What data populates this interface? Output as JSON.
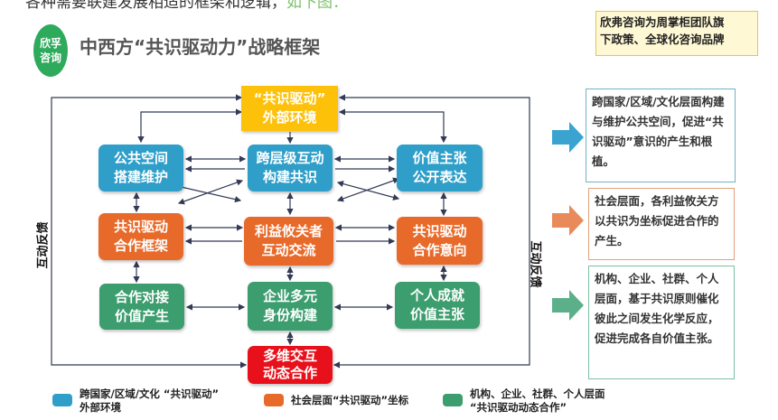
{
  "intro": {
    "text": "各种需要联建发展相适的框架和逻辑，",
    "highlight": "如下图："
  },
  "logo": {
    "line1": "欣孚",
    "line2": "咨询"
  },
  "title": "中西方“共识驱动力”战略框架",
  "note": {
    "line1": "欣弗咨询为周掌柜团队旗",
    "line2": "下政策、全球化咨询品牌"
  },
  "side_labels": {
    "left": "互动反馈",
    "right": "互动反馈"
  },
  "nodes": {
    "top": {
      "l1": "“共识驱动”",
      "l2": "外部环境"
    },
    "r1_left": {
      "l1": "公共空间",
      "l2": "搭建维护"
    },
    "r1_center": {
      "l1": "跨层级互动",
      "l2": "构建共识"
    },
    "r1_right": {
      "l1": "价值主张",
      "l2": "公开表达"
    },
    "r2_left": {
      "l1": "共识驱动",
      "l2": "合作框架"
    },
    "r2_center": {
      "l1": "利益攸关者",
      "l2": "互动交流"
    },
    "r2_right": {
      "l1": "共识驱动",
      "l2": "合作意向"
    },
    "r3_left": {
      "l1": "合作对接",
      "l2": "价值产生"
    },
    "r3_center": {
      "l1": "企业多元",
      "l2": "身份构建"
    },
    "r3_right": {
      "l1": "个人成就",
      "l2": "价值主张"
    },
    "bottom": {
      "l1": "多维交互",
      "l2": "动态合作"
    }
  },
  "descriptions": [
    {
      "text": "跨国家/区域/文化层面构建与维护公共空间，促进“共识驱动”意识的产生和根植。",
      "color": "#3aa3cf"
    },
    {
      "text": "社会层面，各利益攸关方以共识为坐标促进合作的产生。",
      "color": "#e98a5a"
    },
    {
      "text": "机构、企业、社群、个人层面，基于共识原则催化彼此之间发生化学反应，促进完成各自价值主张。",
      "color": "#5bb08a"
    }
  ],
  "legend": [
    {
      "l1": "跨国家/区域/文化 “共识驱动”",
      "l2": "外部环境",
      "color": "#2f9fc9"
    },
    {
      "l1": "社会层面“共识驱动”坐标",
      "l2": "",
      "color": "#e86a2b"
    },
    {
      "l1": "机构、企业、社群、个人层面",
      "l2": "“共识驱动动态合作”",
      "color": "#3c9d6e"
    }
  ]
}
